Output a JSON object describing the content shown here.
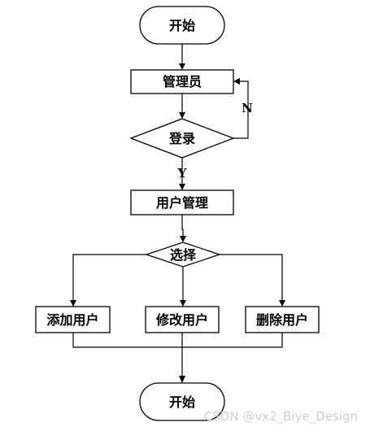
{
  "nodes": {
    "start": "开始",
    "admin": "管理员",
    "login": "登录",
    "user_manage": "用户管理",
    "select": "选择",
    "add_user": "添加用户",
    "edit_user": "修改用户",
    "delete_user": "删除用户",
    "end": "开始"
  },
  "edges": {
    "no": "N",
    "yes": "Y"
  },
  "watermark": "CSDN @vx2_Biye_Design"
}
